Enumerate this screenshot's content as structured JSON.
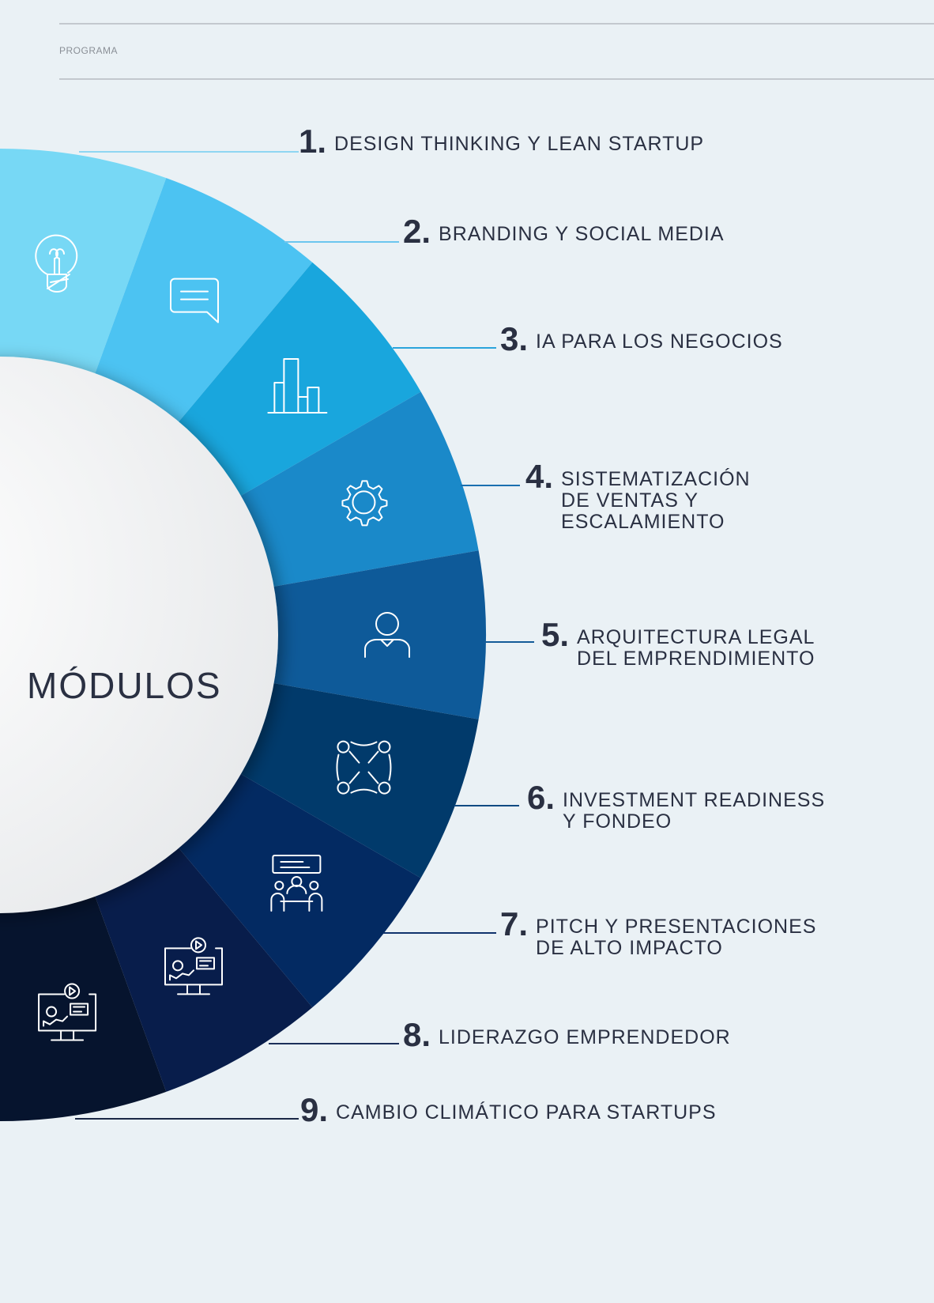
{
  "header": {
    "section": "PROGRAMA"
  },
  "center_title": "MÓDULOS",
  "modules": [
    {
      "number": "1.",
      "label": "DESIGN THINKING Y LEAN STARTUP",
      "color": "#77d8f5",
      "icon": "lightbulb-icon"
    },
    {
      "number": "2.",
      "label": "BRANDING Y SOCIAL MEDIA",
      "color": "#4cc3f2",
      "icon": "chat-bubble-icon"
    },
    {
      "number": "3.",
      "label": "IA PARA LOS NEGOCIOS",
      "color": "#19a6dd",
      "icon": "buildings-icon"
    },
    {
      "number": "4.",
      "label": "SISTEMATIZACIÓN\nDE VENTAS Y\nESCALAMIENTO",
      "color": "#1a89c9",
      "icon": "gear-icon"
    },
    {
      "number": "5.",
      "label": "ARQUITECTURA LEGAL\nDEL EMPRENDIMIENTO",
      "color": "#0e5a99",
      "icon": "person-icon"
    },
    {
      "number": "6.",
      "label": "INVESTMENT READINESS\nY FONDEO",
      "color": "#013a6b",
      "icon": "team-circle-icon"
    },
    {
      "number": "7.",
      "label": "PITCH Y PRESENTACIONES\nDE ALTO IMPACTO",
      "color": "#032a62",
      "icon": "meeting-icon"
    },
    {
      "number": "8.",
      "label": "LIDERAZGO EMPRENDEDOR",
      "color": "#081d4b",
      "icon": "video-presentation-icon"
    },
    {
      "number": "9.",
      "label": "CAMBIO CLIMÁTICO PARA STARTUPS",
      "color": "#06142e",
      "icon": "video-presentation-icon"
    }
  ]
}
